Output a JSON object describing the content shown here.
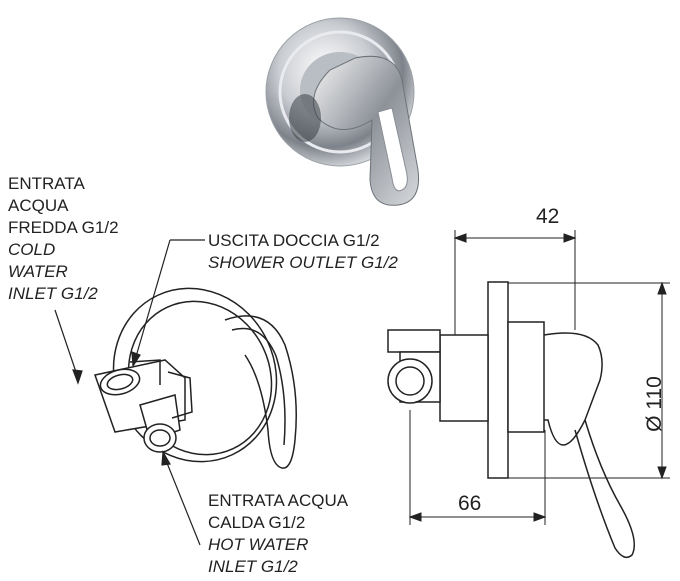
{
  "labels": {
    "cold_inlet": {
      "line1": "ENTRATA",
      "line2": "ACQUA",
      "line3": "FREDDA G1/2",
      "line4": "COLD",
      "line5": "WATER",
      "line6": "INLET G1/2"
    },
    "shower_outlet": {
      "line1": "USCITA DOCCIA G1/2",
      "line2": "SHOWER OUTLET G1/2"
    },
    "hot_inlet": {
      "line1": "ENTRATA ACQUA",
      "line2": "CALDA G1/2",
      "line3": "HOT WATER",
      "line4": "INLET G1/2"
    }
  },
  "dimensions": {
    "depth": "42",
    "diameter": "Ø 110",
    "length": "66"
  }
}
